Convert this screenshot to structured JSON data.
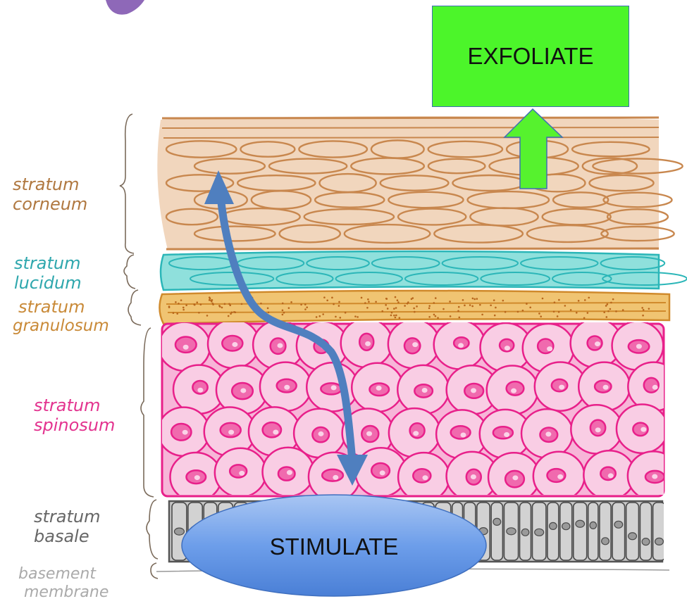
{
  "diagram": {
    "labels": {
      "corneum": [
        "stratum",
        "corneum"
      ],
      "lucidum": [
        "stratum",
        "lucidum"
      ],
      "granulosum": [
        "stratum",
        "granulosum"
      ],
      "spinosum": [
        "stratum",
        "spinosum"
      ],
      "basale": [
        "stratum",
        "basale"
      ],
      "membrane": [
        "basement",
        "membrane"
      ]
    },
    "exfoliate_label": "EXFOLIATE",
    "stimulate_label": "STIMULATE",
    "colors": {
      "corneum": "#c8874e",
      "corneum_fill": "#f1d6bd",
      "lucidum": "#2bb6b8",
      "lucidum_fill": "#8fe0dc",
      "granulosum": "#d08a2c",
      "granulosum_fill": "#f0c472",
      "spinosum": "#e8208a",
      "spinosum_fill": "#f7b5d8",
      "basale": "#555555",
      "basale_fill": "#bdbdbd",
      "exfoliate_box": "#4cf52a",
      "exfoliate_arrow": "#56f22e",
      "stimulate_ellipse": "#6d9eea",
      "curved_arrow": "#4f7fbf",
      "brace": "#7a6a5a",
      "purple_corner": "#8e68b8"
    }
  }
}
